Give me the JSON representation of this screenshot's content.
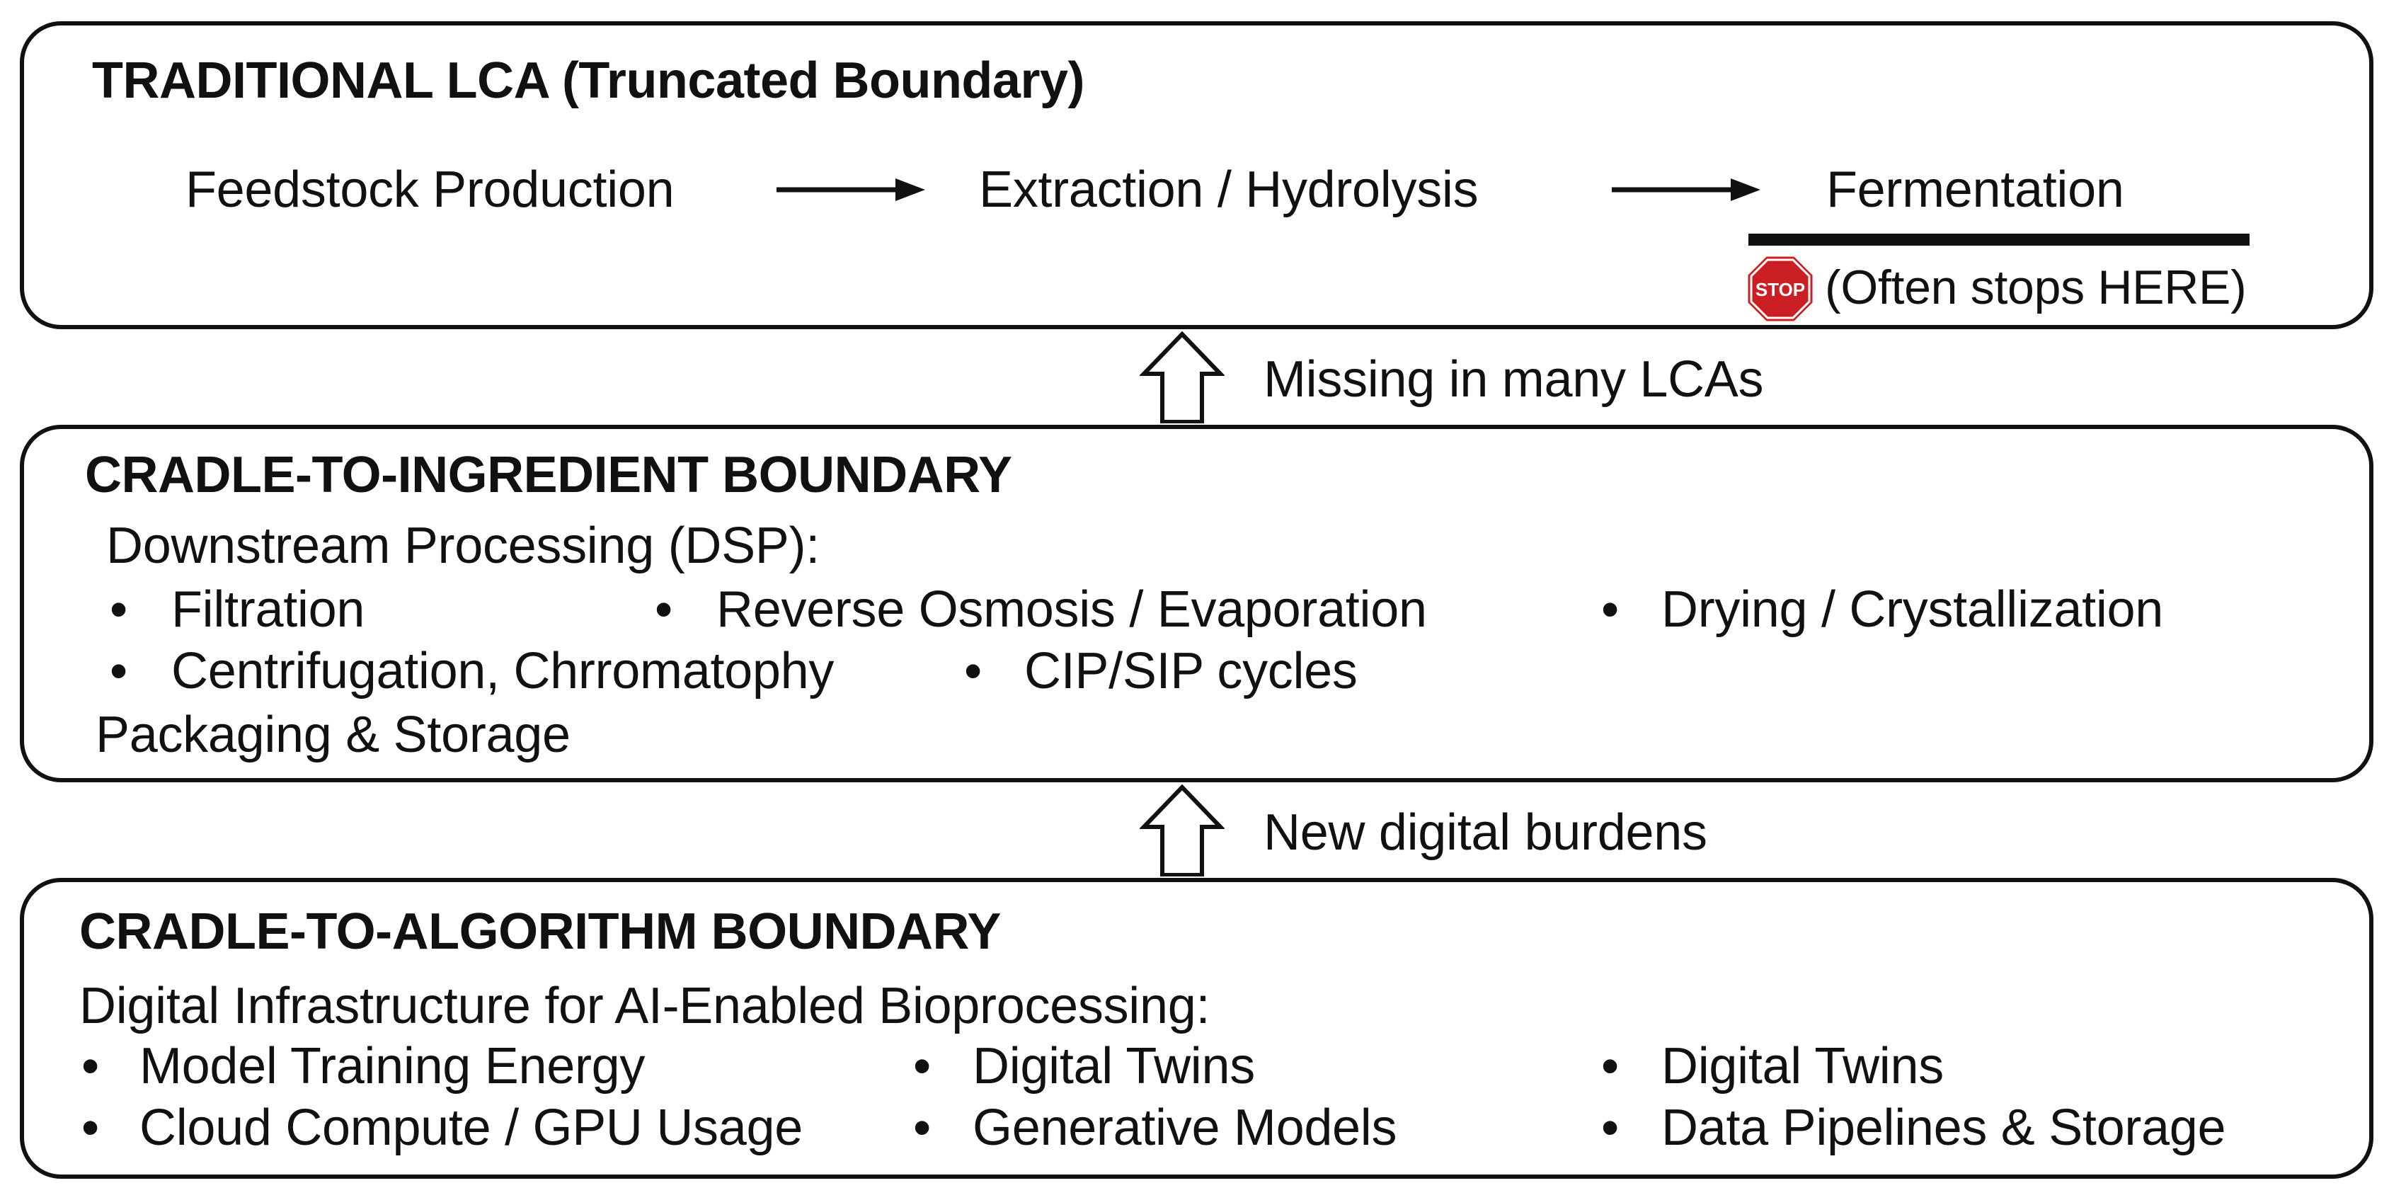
{
  "traditional": {
    "title": "TRADITIONAL LCA (Truncated Boundary)",
    "steps": [
      "Feedstock Production",
      "Extraction / Hydrolysis",
      "Fermentation"
    ],
    "stop_icon_label": "STOP",
    "stop_note": "(Often stops HERE)"
  },
  "connector_1": {
    "label": "Missing in many LCAs"
  },
  "ingredient": {
    "title": "CRADLE-TO-INGREDIENT BOUNDARY",
    "subtitle": "Downstream Processing (DSP):",
    "bullets": [
      "Filtration",
      "Reverse Osmosis / Evaporation",
      "Drying / Crystallization",
      "Centrifugation, Chrromatophy",
      "CIP/SIP cycles"
    ],
    "footer": "Packaging & Storage"
  },
  "connector_2": {
    "label": "New digital burdens"
  },
  "algorithm": {
    "title": "CRADLE-TO-ALGORITHM BOUNDARY",
    "subtitle": "Digital Infrastructure for AI-Enabled Bioprocessing:",
    "bullets": [
      "Model Training Energy",
      "Digital Twins",
      "Digital Twins",
      "Cloud Compute / GPU Usage",
      "Generative Models",
      "Data Pipelines & Storage"
    ]
  },
  "bullet_symbol": "•",
  "colors": {
    "stroke": "#111111",
    "stop_red": "#cc1f24",
    "background": "#ffffff"
  }
}
